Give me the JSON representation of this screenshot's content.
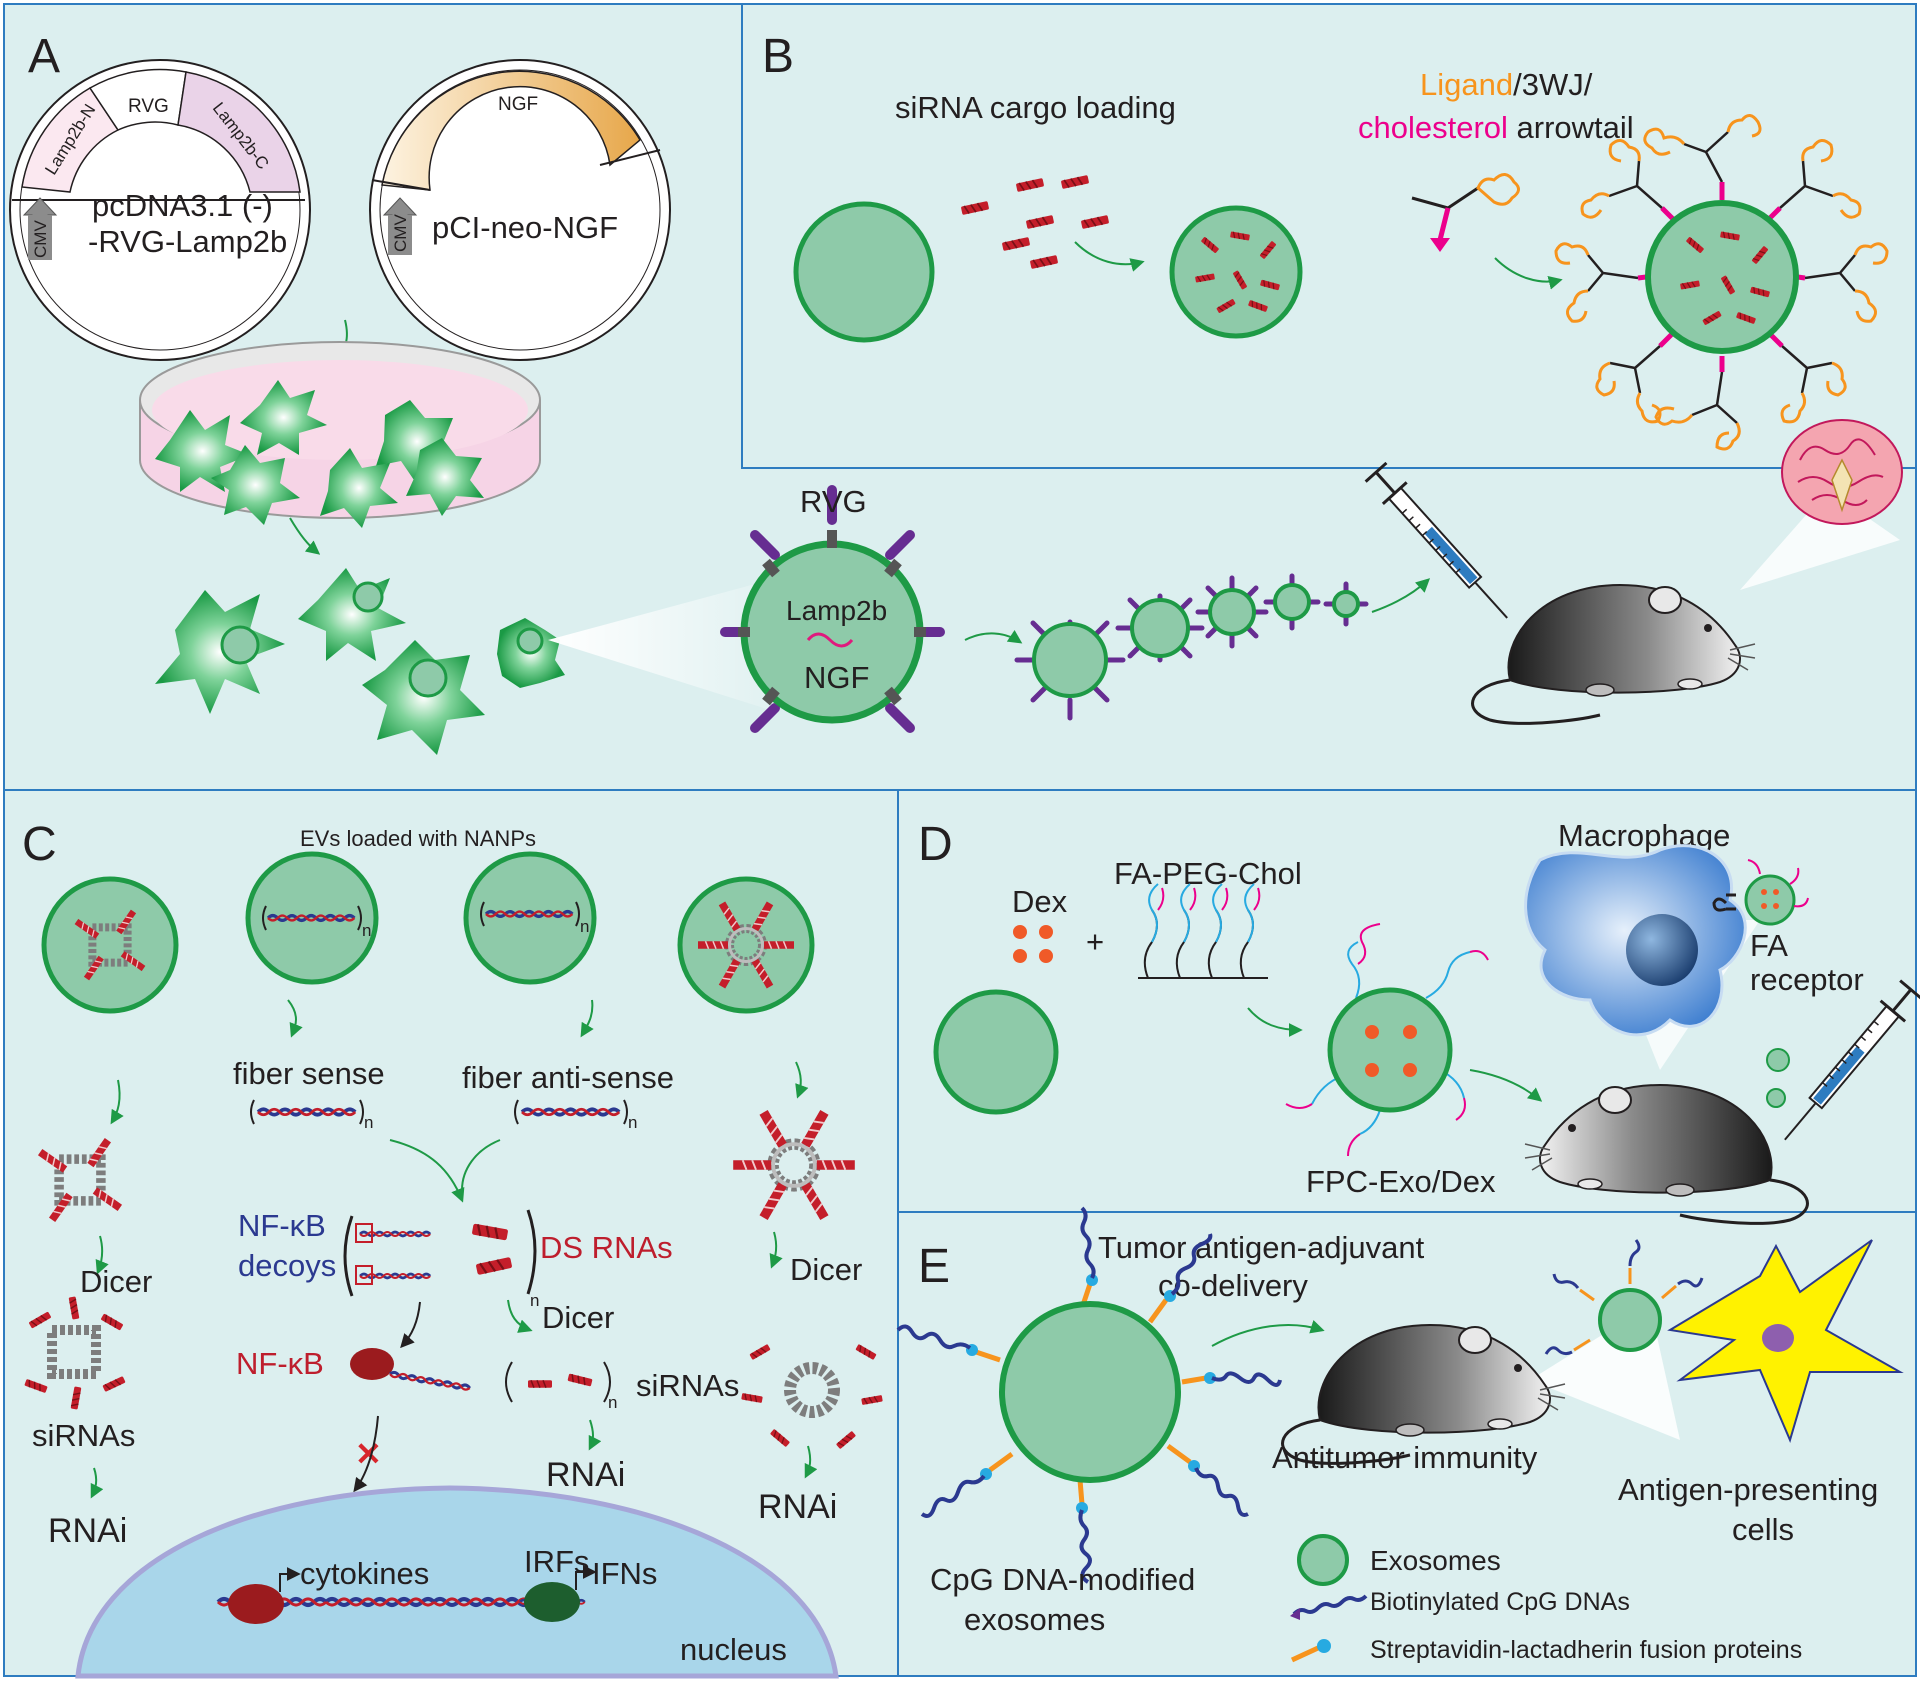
{
  "panels": {
    "a": {
      "letter": "A",
      "plasmid1": {
        "name_line1": "pcDNA3.1 (-)",
        "name_line2": "-RVG-Lamp2b",
        "seg_lamp_n": "Lamp2b-N",
        "seg_rvg": "RVG",
        "seg_lamp_c": "Lamp2b-C",
        "promoter": "CMV"
      },
      "plasmid2": {
        "name": "pCI-neo-NGF",
        "seg_ngf": "NGF",
        "promoter": "CMV"
      },
      "exosome": {
        "surface": "RVG",
        "membrane": "Lamp2b",
        "cargo": "NGF"
      }
    },
    "b": {
      "letter": "B",
      "loading": "siRNA cargo loading",
      "ligand": "Ligand",
      "sep1": "/3WJ/",
      "cholesterol": "cholesterol",
      "arrowtail": " arrowtail"
    },
    "c": {
      "letter": "C",
      "title": "EVs loaded with NANPs",
      "n1": "n",
      "n2": "n",
      "fiber_sense": "fiber sense",
      "fiber_antisense": "fiber anti-sense",
      "n3": "n",
      "n4": "n",
      "nfkb_decoys_1": "NF-κB",
      "nfkb_decoys_2": "decoys",
      "ds_rnas": "DS RNAs",
      "n5": "n",
      "dicer_left": "Dicer",
      "dicer_mid": "Dicer",
      "dicer_right": "Dicer",
      "nfkb": "NF-κB",
      "n6": "n",
      "sirnas_left": "siRNAs",
      "sirnas_mid": "siRNAs",
      "rnai_left": "RNAi",
      "rnai_mid": "RNAi",
      "rnai_right": "RNAi",
      "cytokines": "cytokines",
      "irfs": "IRFs",
      "ifns": "IFNs",
      "nucleus": "nucleus"
    },
    "d": {
      "letter": "D",
      "dex": "Dex",
      "plus": "+",
      "fa_peg_chol": "FA-PEG-Chol",
      "macrophage": "Macrophage",
      "fa_1": "FA",
      "fa_2": "receptor",
      "product": "FPC-Exo/Dex"
    },
    "e": {
      "letter": "E",
      "title_1": "Tumor antigen-adjuvant",
      "title_2": "co-delivery",
      "immunity": "Antitumor immunity",
      "apc_1": "Antigen-presenting",
      "apc_2": "cells",
      "cpg_1": "CpG DNA-modified",
      "cpg_2": "exosomes"
    }
  },
  "legend": {
    "exosomes": "Exosomes",
    "cpg_dnas": "Biotinylated CpG DNAs",
    "fusion": "Streptavidin-lactadherin fusion proteins"
  },
  "colors": {
    "panel_bg": "#dcefef",
    "panel_border": "#2e7cc0",
    "exosome_fill": "#8ecaa9",
    "exosome_ring": "#1e9a46",
    "sirna_red": "#c41e2a",
    "dna_blue": "#2b3990",
    "ligand_orange": "#f7941d",
    "cholesterol_pink": "#ec008c",
    "rvg_purple": "#662d91",
    "label_blue": "#2b3990",
    "label_red": "#be1e2d"
  }
}
